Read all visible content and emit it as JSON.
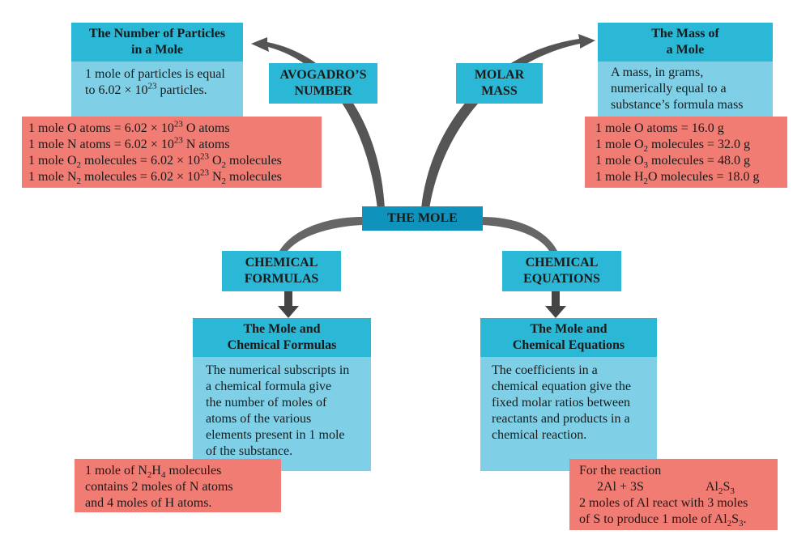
{
  "center": {
    "label": "THE MOLE"
  },
  "avogadro": {
    "label_line1": "AVOGADRO’S",
    "label_line2": "NUMBER",
    "header_line1": "The Number of Particles",
    "header_line2": "in a Mole",
    "body_line1": "1 mole of particles is equal",
    "body_line2_pre": "to 6.02 × 10",
    "body_line2_sup": "23",
    "body_line2_post": " particles.",
    "examples": [
      {
        "a": "1 mole O atoms = 6.02 × 10",
        "sup": "23",
        "b": " O atoms"
      },
      {
        "a": "1 mole N atoms = 6.02 × 10",
        "sup": "23",
        "b": " N atoms"
      },
      {
        "a": "1 mole O",
        "sub1": "2",
        "b": " molecules = 6.02 × 10",
        "sup": "23",
        "c": " O",
        "sub2": "2",
        "d": " molecules"
      },
      {
        "a": "1 mole N",
        "sub1": "2",
        "b": " molecules = 6.02 × 10",
        "sup": "23",
        "c": " N",
        "sub2": "2",
        "d": " molecules"
      }
    ]
  },
  "molar": {
    "label_line1": "MOLAR",
    "label_line2": "MASS",
    "header_line1": "The Mass of",
    "header_line2": "a Mole",
    "body_lines": [
      "A mass, in grams,",
      "numerically equal to a",
      "substance’s formula mass"
    ],
    "ex1": "1 mole O atoms = 16.0 g",
    "ex2_a": "1 mole O",
    "ex2_sub": "2",
    "ex2_b": " molecules = 32.0 g",
    "ex3_a": "1 mole O",
    "ex3_sub": "3",
    "ex3_b": " molecules = 48.0 g",
    "ex4_a": "1 mole H",
    "ex4_sub": "2",
    "ex4_b": "O molecules = 18.0 g"
  },
  "formulas": {
    "label_line1": "CHEMICAL",
    "label_line2": "FORMULAS",
    "header_line1": "The Mole and",
    "header_line2": "Chemical Formulas",
    "body_lines": [
      "The numerical subscripts in",
      "a chemical formula give",
      "the number of moles of",
      "atoms of the various",
      "elements present in 1 mole",
      "of the substance."
    ],
    "ex1_a": "1 mole of N",
    "ex1_sub1": "2",
    "ex1_b": "H",
    "ex1_sub2": "4",
    "ex1_c": " molecules",
    "ex2": "contains 2 moles of N atoms",
    "ex3": "and 4 moles of H atoms."
  },
  "equations": {
    "label_line1": "CHEMICAL",
    "label_line2": "EQUATIONS",
    "header_line1": "The Mole and",
    "header_line2": "Chemical Equations",
    "body_lines": [
      "The coefficients in a",
      "chemical equation give the",
      "fixed molar ratios between",
      "reactants and products in a",
      "chemical reaction."
    ],
    "ex1": "For the reaction",
    "rx_left": "2Al + 3S",
    "rx_right_a": "Al",
    "rx_right_sub1": "2",
    "rx_right_b": "S",
    "rx_right_sub2": "3",
    "ex3": "2 moles of Al react with 3 moles",
    "ex4_a": "of S to produce 1 mole of Al",
    "ex4_sub1": "2",
    "ex4_b": "S",
    "ex4_sub2": "3",
    "ex4_c": "."
  },
  "colors": {
    "header": "#2bb7d6",
    "body": "#7fd0e6",
    "example": "#f07c73",
    "center": "#0f93bd"
  }
}
